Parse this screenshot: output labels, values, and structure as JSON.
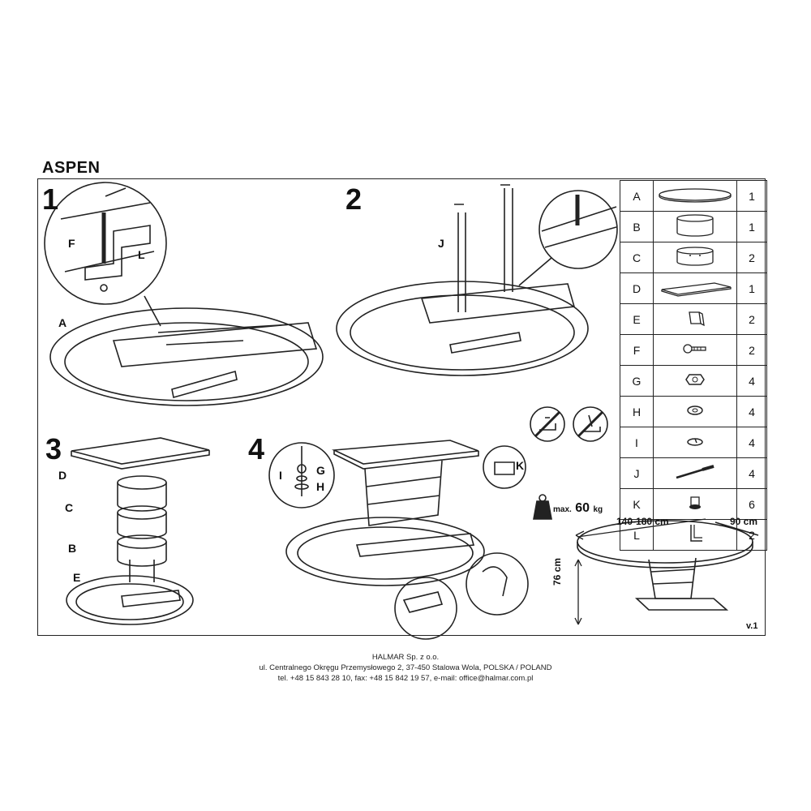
{
  "title": "ASPEN",
  "steps": [
    "1",
    "2",
    "3",
    "4"
  ],
  "labels": {
    "step1": [
      "F",
      "L",
      "A"
    ],
    "step2": [
      "J"
    ],
    "step3": [
      "D",
      "C",
      "B",
      "E"
    ],
    "step4": [
      "I",
      "G",
      "H",
      "K"
    ]
  },
  "parts": [
    {
      "letter": "A",
      "qty": "1",
      "icon": "tabletop-icon"
    },
    {
      "letter": "B",
      "qty": "1",
      "icon": "base-column-icon"
    },
    {
      "letter": "C",
      "qty": "2",
      "icon": "column-ring-icon"
    },
    {
      "letter": "D",
      "qty": "1",
      "icon": "base-plate-icon"
    },
    {
      "letter": "E",
      "qty": "2",
      "icon": "bracket-block-icon"
    },
    {
      "letter": "F",
      "qty": "2",
      "icon": "bolt-icon"
    },
    {
      "letter": "G",
      "qty": "4",
      "icon": "nut-icon"
    },
    {
      "letter": "H",
      "qty": "4",
      "icon": "washer-icon"
    },
    {
      "letter": "I",
      "qty": "4",
      "icon": "spring-washer-icon"
    },
    {
      "letter": "J",
      "qty": "4",
      "icon": "threaded-rod-icon"
    },
    {
      "letter": "K",
      "qty": "6",
      "icon": "adjustable-foot-icon"
    },
    {
      "letter": "L",
      "qty": "2",
      "icon": "angle-bracket-icon"
    }
  ],
  "max_load": {
    "prefix": "max.",
    "value": "60",
    "unit": "kg"
  },
  "dimensions": {
    "length": "140-180 cm",
    "width": "90 cm",
    "height": "76 cm"
  },
  "version": "v.1",
  "footer": {
    "company": "HALMAR Sp. z o.o.",
    "address": "ul. Centralnego Okręgu Przemysłowego 2, 37-450 Stalowa Wola, POLSKA / POLAND",
    "contact": "tel. +48 15 843 28 10, fax: +48 15 842 19 57, e-mail: office@halmar.com.pl"
  }
}
